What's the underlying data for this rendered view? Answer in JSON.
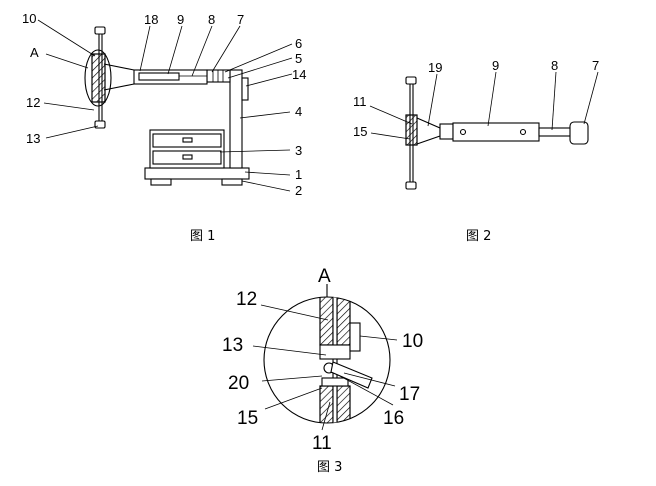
{
  "figures": {
    "fig1": {
      "caption": "图 1",
      "labels": [
        "10",
        "18",
        "9",
        "8",
        "7",
        "6",
        "5",
        "14",
        "A",
        "12",
        "4",
        "13",
        "3",
        "1",
        "2"
      ]
    },
    "fig2": {
      "caption": "图 2",
      "labels": [
        "19",
        "9",
        "8",
        "7",
        "11",
        "15"
      ]
    },
    "fig3": {
      "caption": "图 3",
      "labels": [
        "A",
        "12",
        "10",
        "13",
        "20",
        "17",
        "15",
        "16",
        "11"
      ]
    }
  },
  "colors": {
    "line": "#000000",
    "background": "#ffffff"
  }
}
